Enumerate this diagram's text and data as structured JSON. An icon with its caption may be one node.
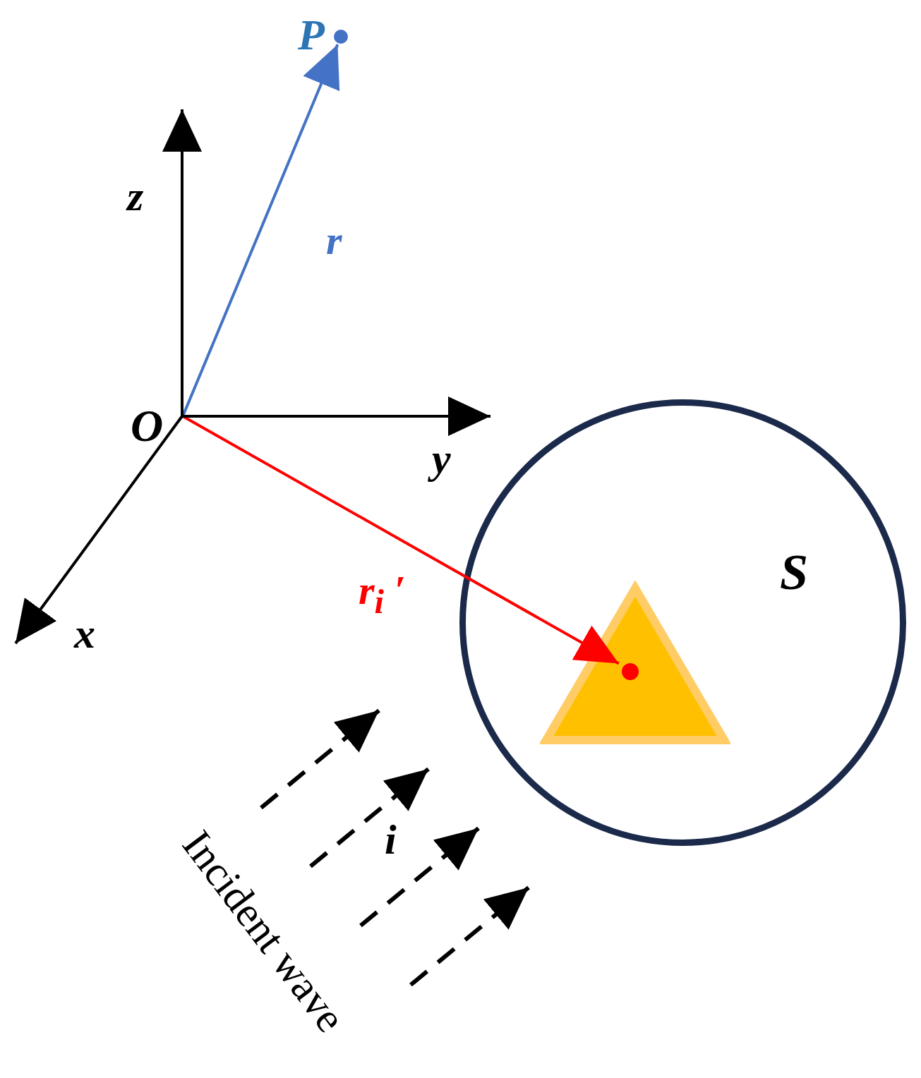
{
  "diagram": {
    "nodes": [
      {
        "text": [
          "O"
        ]
      },
      {
        "text": [
          "P"
        ]
      },
      {
        "text": [
          "S"
        ]
      },
      {
        "text": [],
        "shape": "triangle",
        "in": 2
      },
      {
        "text": [],
        "shape": "circle",
        "in": 3
      }
    ],
    "edges": [
      {
        "from": 0,
        "to": 1,
        "arrow": "to",
        "label": "r",
        "color": "#4472c4"
      },
      {
        "from": 0,
        "to": 4,
        "arrow": "to",
        "label": "r$_{i}$ ′",
        "color": "#ff0000"
      }
    ],
    "labels": [
      "z",
      "y",
      "x",
      "i",
      "Incident wave"
    ]
  }
}
